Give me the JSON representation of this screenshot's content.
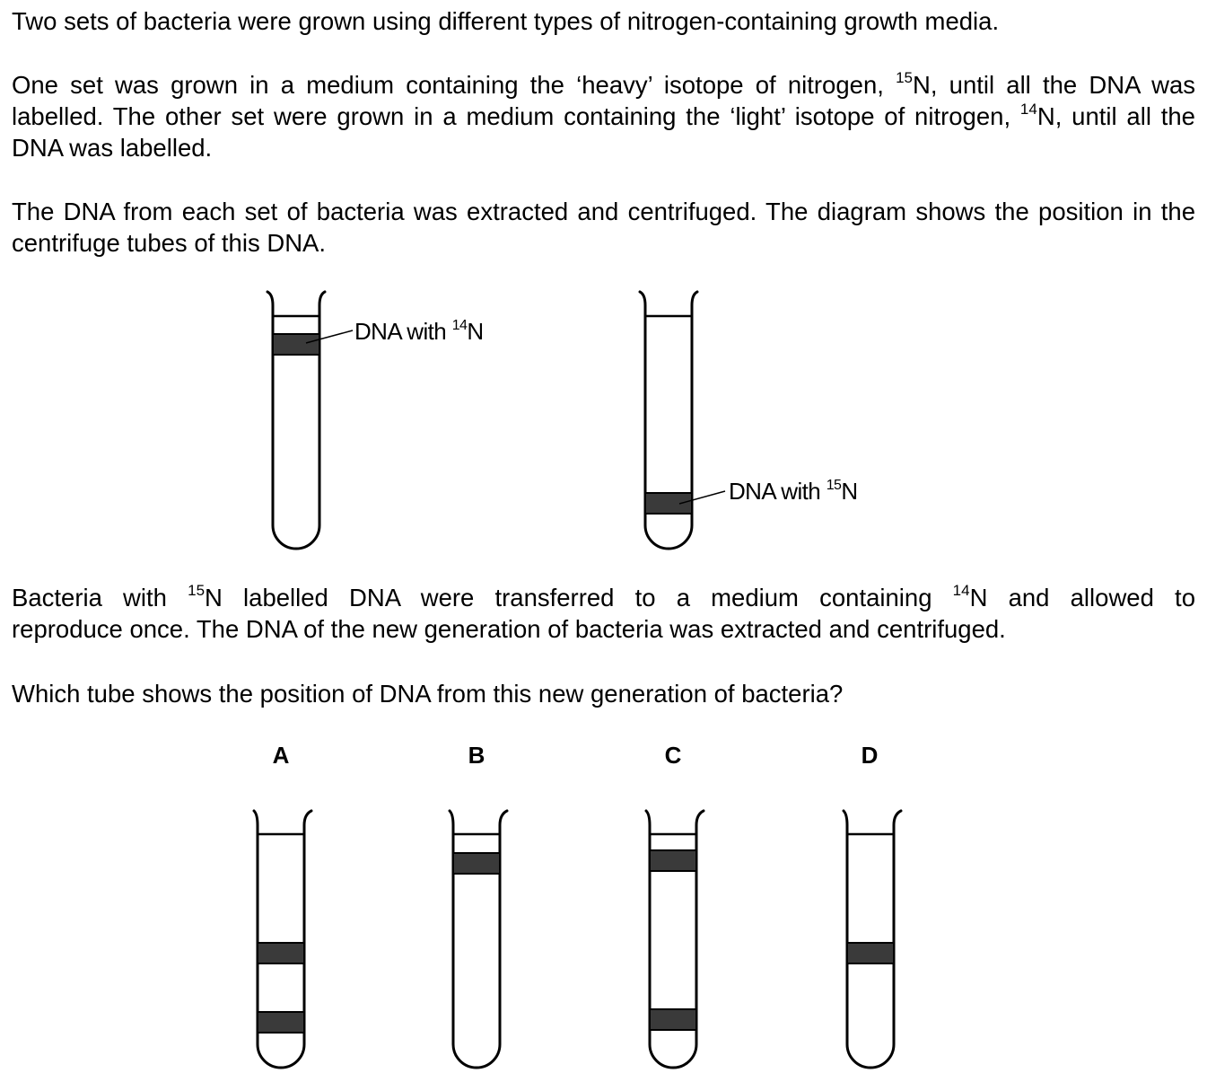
{
  "paragraph1": "Two sets of bacteria were grown using different types of nitrogen-containing growth media.",
  "paragraph2": {
    "part1": "One set was grown in a medium containing the ‘heavy’ isotope of nitrogen, ",
    "sup1": "15",
    "part2": "N, until all the DNA was labelled. The other set were grown in a medium containing the ‘light’ isotope of nitrogen, ",
    "sup2": "14",
    "part3": "N, until all the DNA was labelled."
  },
  "paragraph3": "The DNA from each set of bacteria was extracted and centrifuged. The diagram shows the position in the centrifuge tubes of this DNA.",
  "diagram": {
    "tube1_label": {
      "text": "DNA with ",
      "sup": "14",
      "suffix": "N"
    },
    "tube2_label": {
      "text": "DNA with ",
      "sup": "15",
      "suffix": "N"
    }
  },
  "paragraph4": {
    "line1_part1": "Bacteria with ",
    "sup1": "15",
    "line1_part2": "N labelled DNA were transferred to a medium containing ",
    "sup2": "14",
    "line1_part3": "N and allowed to",
    "line2": "reproduce once. The DNA of the new generation of bacteria was extracted and centrifuged."
  },
  "question": "Which tube shows the position of DNA from this new generation of bacteria?",
  "options": [
    {
      "letter": "A",
      "bands": [
        "middle",
        "bottom"
      ]
    },
    {
      "letter": "B",
      "bands": [
        "top"
      ]
    },
    {
      "letter": "C",
      "bands": [
        "top",
        "bottom"
      ]
    },
    {
      "letter": "D",
      "bands": [
        "middle"
      ]
    }
  ],
  "colors": {
    "band": "#3a3a3a",
    "outline": "#000000"
  }
}
